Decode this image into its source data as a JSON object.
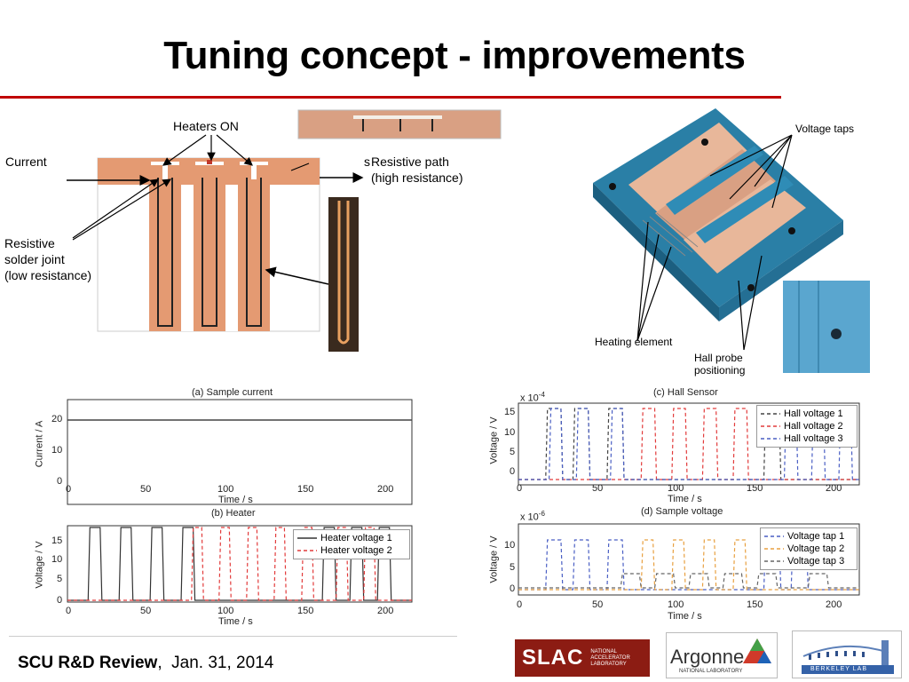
{
  "slide": {
    "title": "Tuning concept - improvements"
  },
  "schematic": {
    "heaters_on": "Heaters ON",
    "current": "Current",
    "resistive_path_line1": "Resistive path",
    "resistive_path_line2": "(high resistance)",
    "solder_line1": "Resistive",
    "solder_line2": "solder joint",
    "solder_line3": "(low resistance)",
    "clipped_char": "s"
  },
  "photo": {
    "voltage_taps": "Voltage taps",
    "heating_element": "Heating element",
    "hall_probe_line1": "Hall probe",
    "hall_probe_line2": "positioning"
  },
  "plots": {
    "a": {
      "title": "(a) Sample current",
      "ylabel": "Current / A",
      "xlabel": "Time / s",
      "yticks": [
        "20",
        "10",
        "0"
      ],
      "xticks": [
        "0",
        "50",
        "100",
        "150",
        "200"
      ]
    },
    "b": {
      "title": "(b) Heater",
      "ylabel": "Voltage / V",
      "xlabel": "Time / s",
      "yticks": [
        "15",
        "10",
        "5",
        "0"
      ],
      "xticks": [
        "0",
        "50",
        "100",
        "150",
        "200"
      ],
      "legend": [
        "Heater voltage 1",
        "Heater voltage 2"
      ]
    },
    "c": {
      "title": "(c) Hall Sensor",
      "ylabel": "Voltage / V",
      "xlabel": "Time / s",
      "exponent_base": "x 10",
      "exponent_power": "-4",
      "yticks": [
        "15",
        "10",
        "5",
        "0"
      ],
      "xticks": [
        "0",
        "50",
        "100",
        "150",
        "200"
      ],
      "legend": [
        "Hall voltage 1",
        "Hall voltage 2",
        "Hall voltage 3"
      ]
    },
    "d": {
      "title": "(d) Sample voltage",
      "ylabel": "Voltage / V",
      "xlabel": "Time / s",
      "exponent_base": "x 10",
      "exponent_power": "-6",
      "yticks": [
        "10",
        "5",
        "0"
      ],
      "xticks": [
        "0",
        "50",
        "100",
        "150",
        "200"
      ],
      "legend": [
        "Voltage tap 1",
        "Voltage tap 2",
        "Voltage tap 3"
      ]
    }
  },
  "footer": {
    "event": "SCU R&D Review",
    "date": "Jan. 31, 2014"
  },
  "logos": {
    "slac": "SLAC",
    "slac_line1": "NATIONAL",
    "slac_line2": "ACCELERATOR",
    "slac_line3": "LABORATORY",
    "argonne": "Argonne",
    "argonne_sub": "NATIONAL LABORATORY",
    "berkeley": "BERKELEY LAB"
  },
  "colors": {
    "title_rule": "#c00000",
    "copper": "#e49a72",
    "blue_plate": "#2a7fa6",
    "series_black": "#333333",
    "series_red": "#e23b3b",
    "series_blue": "#4a5fc4"
  }
}
